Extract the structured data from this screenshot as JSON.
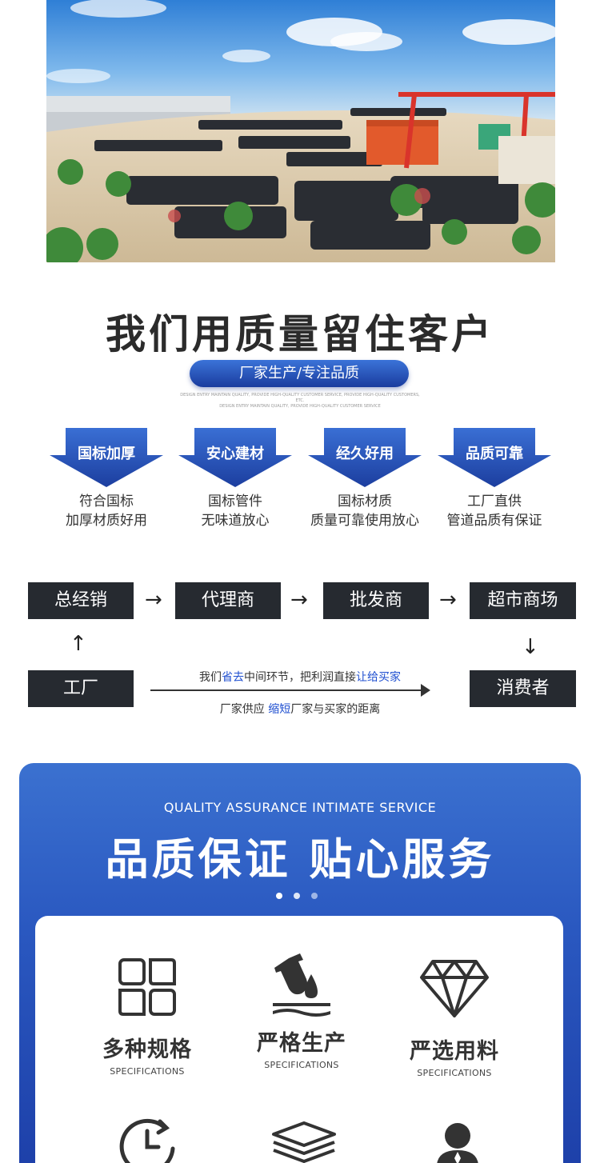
{
  "hero": {
    "image": "factory-yard-with-stacked-pipes-and-red-gantry-crane"
  },
  "heading": {
    "title": "我们用质量留住客户",
    "pill": "厂家生产/专注品质",
    "fine_print_1": "DESIGN ENTRY MAINTAIN QUALITY, PROVIDE HIGH-QUALITY CUSTOMER SERVICE, PROVIDE HIGH-QUALITY CUSTOMERS, ETC.",
    "fine_print_2": "DESIGN ENTRY MAINTAIN QUALITY, PROVIDE HIGH-QUALITY CUSTOMER SERVICE"
  },
  "features": [
    {
      "label": "国标加厚",
      "line1": "符合国标",
      "line2": "加厚材质好用"
    },
    {
      "label": "安心建材",
      "line1": "国标管件",
      "line2": "无味道放心"
    },
    {
      "label": "经久好用",
      "line1": "国标材质",
      "line2": "质量可靠使用放心"
    },
    {
      "label": "品质可靠",
      "line1": "工厂直供",
      "line2": "管道品质有保证"
    }
  ],
  "flow": {
    "boxes": [
      "总经销",
      "代理商",
      "批发商",
      "超市商场"
    ],
    "factory": "工厂",
    "consumer": "消费者",
    "arrow_right": "→",
    "arrow_up": "↑",
    "arrow_down": "↓",
    "line1": {
      "a": "我们",
      "b": "省去",
      "c": "中间环节，把利润直接",
      "d": "让给买家"
    },
    "line2": {
      "a": "厂家供应 ",
      "b": "缩短",
      "c": "厂家与买家的距离"
    }
  },
  "quality": {
    "en_title": "QUALITY ASSURANCE INTIMATE SERVICE",
    "cn_title": "品质保证  贴心服务",
    "items": [
      {
        "icon": "grid-icon",
        "title": "多种规格",
        "sub": "SPECIFICATIONS"
      },
      {
        "icon": "flask-icon",
        "title": "严格生产",
        "sub": "SPECIFICATIONS"
      },
      {
        "icon": "diamond-icon",
        "title": "严选用料",
        "sub": "SPECIFICATIONS"
      }
    ],
    "items_row2": [
      {
        "icon": "clock-icon"
      },
      {
        "icon": "layers-icon"
      },
      {
        "icon": "person-icon"
      }
    ]
  },
  "colors": {
    "accent_blue": "#2a58c0",
    "dark_box": "#262a30",
    "link_blue": "#1f4fd0"
  }
}
